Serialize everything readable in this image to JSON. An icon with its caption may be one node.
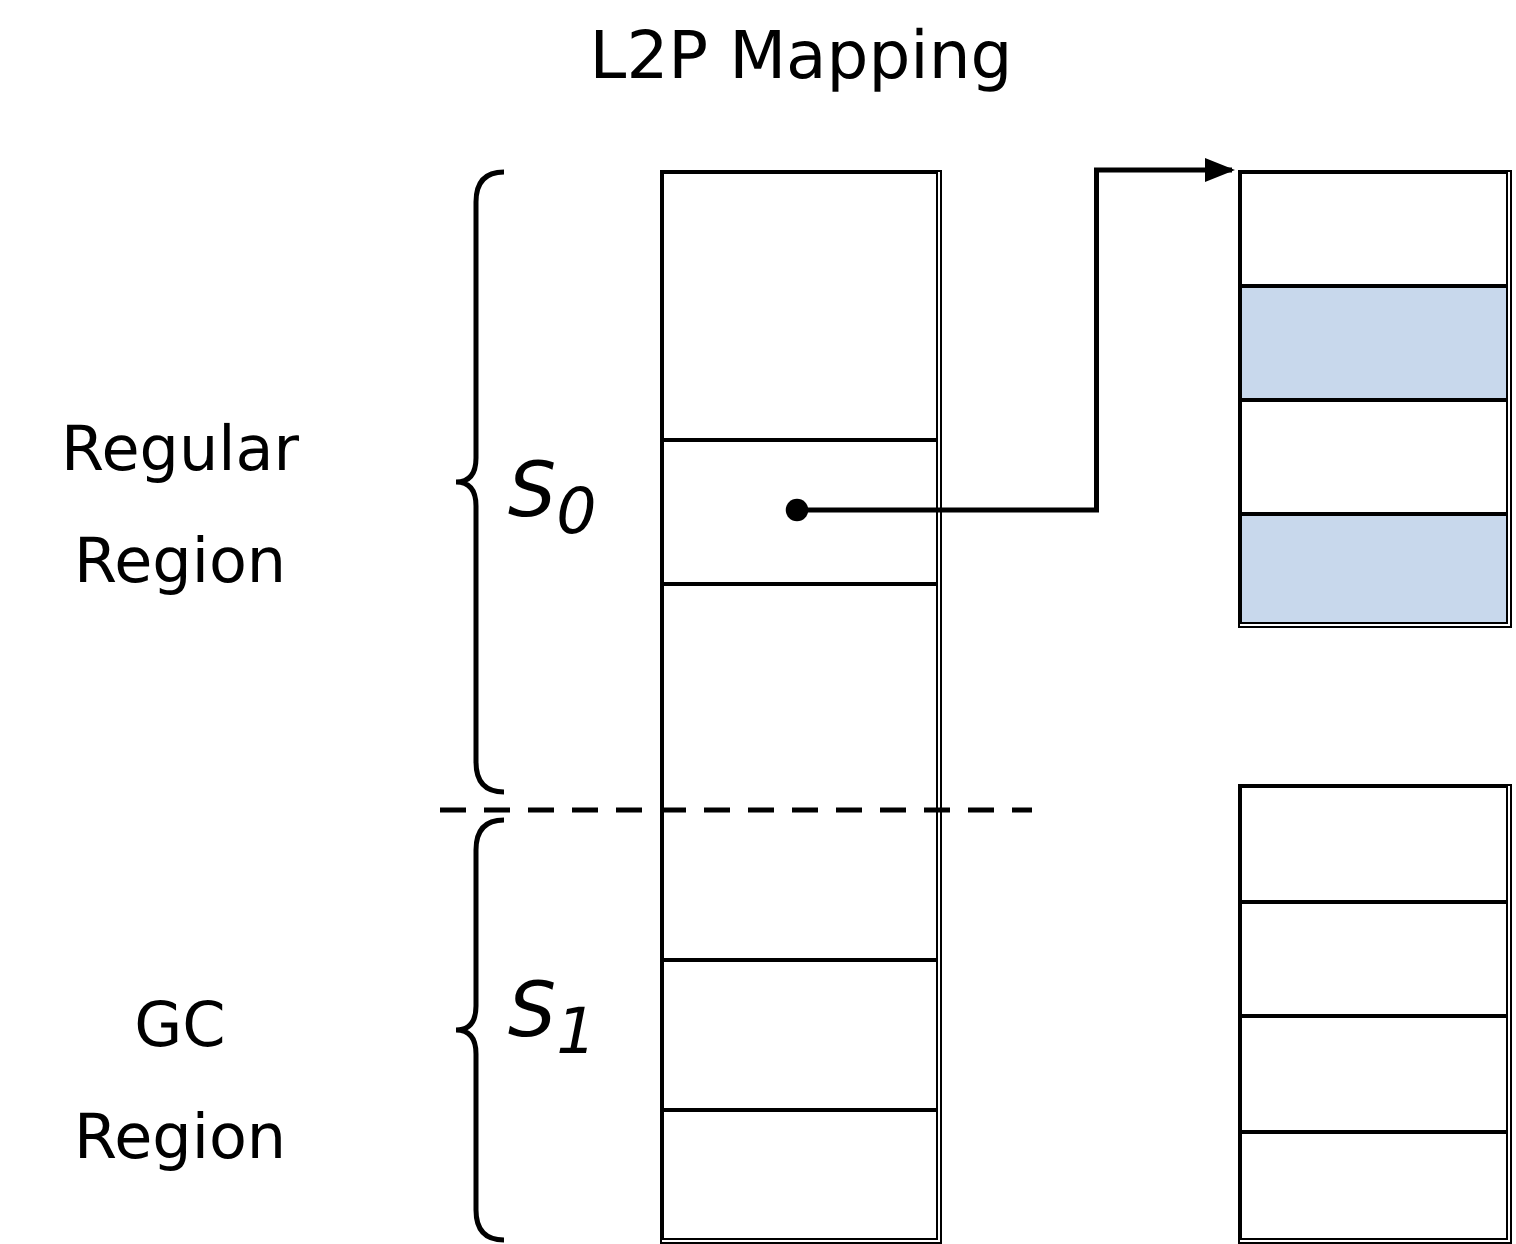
{
  "diagram": {
    "nodes": [
      {
        "text": [
          "L2P Mapping"
        ]
      },
      {
        "text": [],
        "shape": "box",
        "in": 0
      },
      {
        "text": [],
        "shape": "box",
        "in": 0,
        "beside": [
          "S$_{0}$"
        ]
      },
      {
        "text": [],
        "shape": "box",
        "in": 0
      },
      {
        "text": [],
        "shape": "box",
        "in": 0,
        "beside": [
          "S$_{1}$"
        ]
      },
      {
        "text": [],
        "shape": "box",
        "in": 0
      },
      {
        "text": [],
        "shape": "box"
      },
      {
        "text": [],
        "shape": "box",
        "in": 6
      },
      {
        "text": [],
        "shape": "box",
        "in": 6
      },
      {
        "text": [],
        "shape": "box",
        "in": 6
      },
      {
        "text": [],
        "shape": "box",
        "in": 6
      },
      {
        "text": [],
        "shape": "box"
      },
      {
        "text": [],
        "shape": "box",
        "in": 11
      },
      {
        "text": [],
        "shape": "box",
        "in": 11
      },
      {
        "text": [],
        "shape": "box",
        "in": 11
      },
      {
        "text": [],
        "shape": "box",
        "in": 11
      }
    ],
    "edges": [
      {
        "from": 2,
        "to": 6,
        "arrow": "to"
      }
    ],
    "labels": [
      "Regular Region",
      "GC Region"
    ]
  }
}
